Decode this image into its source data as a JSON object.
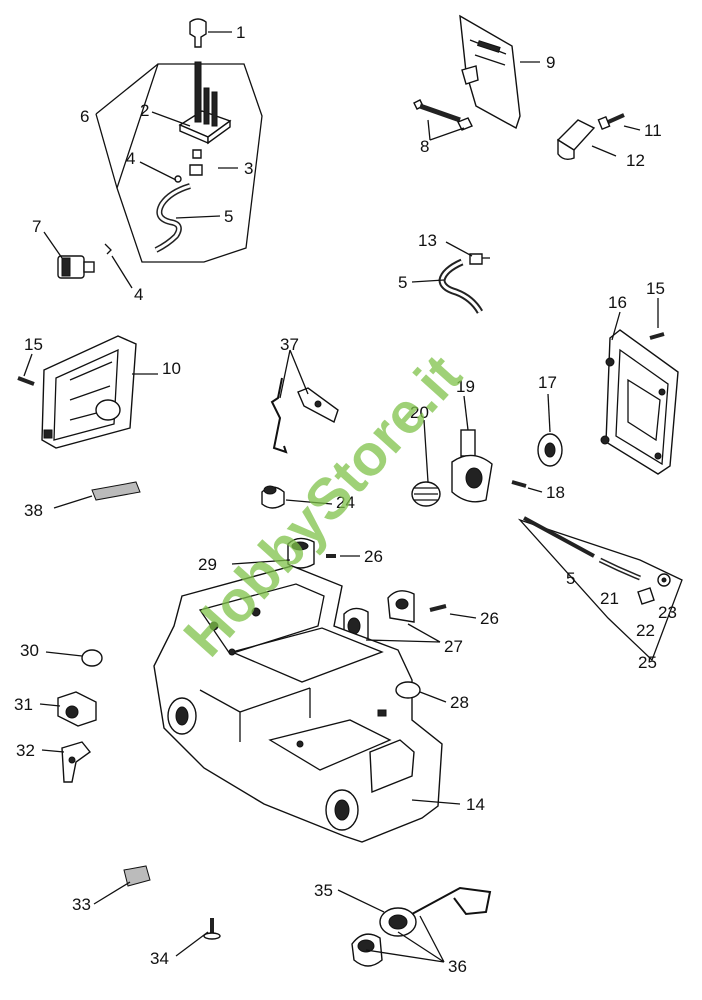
{
  "watermark": "HobbyStore.it",
  "labels": {
    "l1": "1",
    "l2": "2",
    "l3": "3",
    "l4a": "4",
    "l4b": "4",
    "l5a": "5",
    "l5b": "5",
    "l5c": "5",
    "l6": "6",
    "l7": "7",
    "l8": "8",
    "l9": "9",
    "l10": "10",
    "l11": "11",
    "l12": "12",
    "l13": "13",
    "l14": "14",
    "l15a": "15",
    "l15b": "15",
    "l16": "16",
    "l17": "17",
    "l18": "18",
    "l19": "19",
    "l20": "20",
    "l21": "21",
    "l22": "22",
    "l23": "23",
    "l24": "24",
    "l25": "25",
    "l26a": "26",
    "l26b": "26",
    "l27": "27",
    "l28": "28",
    "l29": "29",
    "l30": "30",
    "l31": "31",
    "l32": "32",
    "l33": "33",
    "l34": "34",
    "l35": "35",
    "l36": "36",
    "l37": "37",
    "l38": "38"
  }
}
